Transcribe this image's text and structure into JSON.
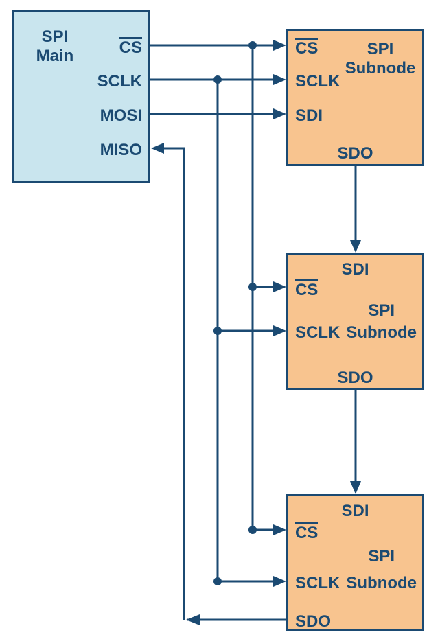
{
  "colors": {
    "background": "#ffffff",
    "line": "#1b4a72",
    "text": "#1b4a72",
    "main_fill": "#c9e5ee",
    "subnode_fill": "#f8c48f"
  },
  "main_block": {
    "title_line1": "SPI",
    "title_line2": "Main",
    "pins": {
      "cs": "CS",
      "sclk": "SCLK",
      "mosi": "MOSI",
      "miso": "MISO"
    }
  },
  "subnodes": [
    {
      "title_line1": "SPI",
      "title_line2": "Subnode",
      "pins": {
        "cs": "CS",
        "sclk": "SCLK",
        "sdi": "SDI",
        "sdo": "SDO"
      }
    },
    {
      "title_line1": "SPI",
      "title_line2": "Subnode",
      "pins": {
        "cs": "CS",
        "sclk": "SCLK",
        "sdi": "SDI",
        "sdo": "SDO"
      }
    },
    {
      "title_line1": "SPI",
      "title_line2": "Subnode",
      "pins": {
        "cs": "CS",
        "sclk": "SCLK",
        "sdi": "SDI",
        "sdo": "SDO"
      }
    }
  ]
}
